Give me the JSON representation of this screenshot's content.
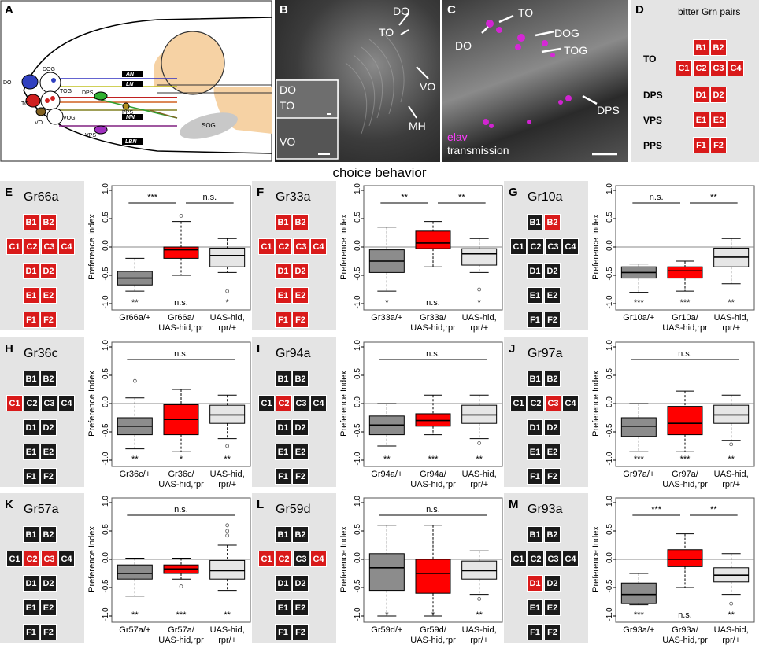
{
  "section_title": "choice behavior",
  "colors": {
    "red": "#e8001c",
    "dark_grey": "#8c8c8c",
    "light_grey": "#e6e6e6",
    "cell_black": "#1a1a1a",
    "cell_red": "#d91a1a",
    "magenta": "#ff00ff"
  },
  "panel_a": {
    "letter": "A",
    "labels": {
      "do": "DO",
      "dog": "DOG",
      "to": "TO",
      "tog": "TOG",
      "vo": "VO",
      "vog": "VOG",
      "dps": "DPS",
      "vps": "VPS",
      "pps": "PPS",
      "sog": "SOG",
      "an": "AN",
      "ln": "LN",
      "mn": "MN",
      "lbn": "LBN"
    }
  },
  "panel_b": {
    "letter": "B",
    "labels": {
      "do": "DO",
      "to": "TO",
      "vo": "VO",
      "mh": "MH"
    },
    "inset": {
      "do": "DO",
      "to": "TO",
      "vo": "VO"
    }
  },
  "panel_c": {
    "letter": "C",
    "labels": {
      "to": "TO",
      "do": "DO",
      "dog": "DOG",
      "tog": "TOG",
      "dps": "DPS"
    },
    "legend": {
      "elav": "elav",
      "transmission": "transmission"
    }
  },
  "panel_d": {
    "letter": "D",
    "title": "bitter Grn pairs",
    "rows": [
      "TO",
      "DPS",
      "VPS",
      "PPS"
    ]
  },
  "grid_labels": {
    "B1": "B1",
    "B2": "B2",
    "C1": "C1",
    "C2": "C2",
    "C3": "C3",
    "C4": "C4",
    "D1": "D1",
    "D2": "D2",
    "E1": "E1",
    "E2": "E2",
    "F1": "F1",
    "F2": "F2"
  },
  "y_axis": {
    "label": "Preference Index",
    "ticks": [
      "1.0",
      "0.5",
      "0.0",
      "-0.5",
      "-1.0"
    ],
    "ylim": [
      -1.0,
      1.0
    ]
  },
  "panels": [
    {
      "letter": "E",
      "gene": "Gr66a",
      "red_cells": [
        "B1",
        "B2",
        "C1",
        "C2",
        "C3",
        "C4",
        "D1",
        "D2",
        "E1",
        "E2",
        "F1",
        "F2"
      ]
    },
    {
      "letter": "F",
      "gene": "Gr33a",
      "red_cells": [
        "B1",
        "B2",
        "C1",
        "C2",
        "C3",
        "C4",
        "D1",
        "D2",
        "E1",
        "E2",
        "F1",
        "F2"
      ]
    },
    {
      "letter": "G",
      "gene": "Gr10a",
      "red_cells": [
        "B2"
      ]
    },
    {
      "letter": "H",
      "gene": "Gr36c",
      "red_cells": [
        "C1"
      ]
    },
    {
      "letter": "I",
      "gene": "Gr94a",
      "red_cells": [
        "C2"
      ]
    },
    {
      "letter": "J",
      "gene": "Gr97a",
      "red_cells": [
        "C3"
      ]
    },
    {
      "letter": "K",
      "gene": "Gr57a",
      "red_cells": [
        "C2",
        "C3"
      ]
    },
    {
      "letter": "L",
      "gene": "Gr59d",
      "red_cells": [
        "C1",
        "C2",
        "C4"
      ]
    },
    {
      "letter": "M",
      "gene": "Gr93a",
      "red_cells": [
        "D1"
      ]
    }
  ],
  "chart_data": [
    {
      "type": "box",
      "panel": "E",
      "ylabel": "Preference Index",
      "ylim": [
        -1,
        1
      ],
      "categories": [
        "Gr66a/+",
        "Gr66a/\nUAS-hid,rpr",
        "UAS-hid,\nrpr/+"
      ],
      "boxes": [
        {
          "name": "Gr66a/+",
          "color": "dark",
          "min": -0.78,
          "q1": -0.67,
          "median": -0.55,
          "q3": -0.43,
          "max": -0.2,
          "outliers": []
        },
        {
          "name": "Gr66a/UAS-hid,rpr",
          "color": "red",
          "min": -0.5,
          "q1": -0.2,
          "median": -0.05,
          "q3": 0.0,
          "max": 0.45,
          "outliers": [
            0.55
          ]
        },
        {
          "name": "UAS-hid,rpr/+",
          "color": "light",
          "min": -0.45,
          "q1": -0.35,
          "median": -0.15,
          "q3": -0.02,
          "max": 0.15,
          "outliers": [
            -0.78
          ]
        }
      ],
      "bottom_sig": [
        "**",
        "n.s.",
        "*"
      ],
      "brackets": [
        {
          "from": 0,
          "to": 1,
          "label": "***"
        },
        {
          "from": 1,
          "to": 2,
          "label": "n.s."
        }
      ]
    },
    {
      "type": "box",
      "panel": "F",
      "ylabel": "Preference Index",
      "ylim": [
        -1,
        1
      ],
      "categories": [
        "Gr33a/+",
        "Gr33a/\nUAS-hid,rpr",
        "UAS-hid,\nrpr/+"
      ],
      "boxes": [
        {
          "name": "Gr33a/+",
          "color": "dark",
          "min": -0.78,
          "q1": -0.45,
          "median": -0.25,
          "q3": -0.05,
          "max": 0.35,
          "outliers": []
        },
        {
          "name": "Gr33a/UAS-hid,rpr",
          "color": "red",
          "min": -0.35,
          "q1": -0.03,
          "median": 0.07,
          "q3": 0.28,
          "max": 0.45,
          "outliers": []
        },
        {
          "name": "UAS-hid,rpr/+",
          "color": "light",
          "min": -0.45,
          "q1": -0.32,
          "median": -0.12,
          "q3": -0.03,
          "max": 0.15,
          "outliers": [
            -0.75
          ]
        }
      ],
      "bottom_sig": [
        "*",
        "n.s.",
        "*"
      ],
      "brackets": [
        {
          "from": 0,
          "to": 1,
          "label": "**"
        },
        {
          "from": 1,
          "to": 2,
          "label": "**"
        }
      ]
    },
    {
      "type": "box",
      "panel": "G",
      "ylabel": "Preference Index",
      "ylim": [
        -1,
        1
      ],
      "categories": [
        "Gr10a/+",
        "Gr10a/\nUAS-hid,rpr",
        "UAS-hid,\nrpr/+"
      ],
      "boxes": [
        {
          "name": "Gr10a/+",
          "color": "dark",
          "min": -0.8,
          "q1": -0.55,
          "median": -0.45,
          "q3": -0.35,
          "max": -0.3,
          "outliers": []
        },
        {
          "name": "Gr10a/UAS-hid,rpr",
          "color": "red",
          "min": -0.78,
          "q1": -0.55,
          "median": -0.42,
          "q3": -0.35,
          "max": -0.25,
          "outliers": []
        },
        {
          "name": "UAS-hid,rpr/+",
          "color": "light",
          "min": -0.65,
          "q1": -0.35,
          "median": -0.18,
          "q3": -0.02,
          "max": 0.15,
          "outliers": []
        }
      ],
      "bottom_sig": [
        "***",
        "***",
        "**"
      ],
      "brackets": [
        {
          "from": 0,
          "to": 1,
          "label": "n.s."
        },
        {
          "from": 1,
          "to": 2,
          "label": "**"
        }
      ]
    },
    {
      "type": "box",
      "panel": "H",
      "ylabel": "Preference Index",
      "ylim": [
        -1,
        1
      ],
      "categories": [
        "Gr36c/+",
        "Gr36c/\nUAS-hid,rpr",
        "UAS-hid,\nrpr/+"
      ],
      "boxes": [
        {
          "name": "Gr36c/+",
          "color": "dark",
          "min": -0.8,
          "q1": -0.55,
          "median": -0.4,
          "q3": -0.25,
          "max": 0.1,
          "outliers": [
            0.4
          ]
        },
        {
          "name": "Gr36c/UAS-hid,rpr",
          "color": "red",
          "min": -0.85,
          "q1": -0.55,
          "median": -0.28,
          "q3": -0.02,
          "max": 0.25,
          "outliers": []
        },
        {
          "name": "UAS-hid,rpr/+",
          "color": "light",
          "min": -0.62,
          "q1": -0.35,
          "median": -0.2,
          "q3": -0.03,
          "max": 0.15,
          "outliers": [
            -0.75
          ]
        }
      ],
      "bottom_sig": [
        "**",
        "*",
        "**"
      ],
      "brackets": [
        {
          "from": 0,
          "to": 2,
          "label": "n.s."
        }
      ]
    },
    {
      "type": "box",
      "panel": "I",
      "ylabel": "Preference Index",
      "ylim": [
        -1,
        1
      ],
      "categories": [
        "Gr94a/+",
        "Gr94a/\nUAS-hid,rpr",
        "UAS-hid,\nrpr/+"
      ],
      "boxes": [
        {
          "name": "Gr94a/+",
          "color": "dark",
          "min": -0.75,
          "q1": -0.55,
          "median": -0.38,
          "q3": -0.22,
          "max": 0.0,
          "outliers": []
        },
        {
          "name": "Gr94a/UAS-hid,rpr",
          "color": "red",
          "min": -0.55,
          "q1": -0.4,
          "median": -0.3,
          "q3": -0.18,
          "max": 0.15,
          "outliers": []
        },
        {
          "name": "UAS-hid,rpr/+",
          "color": "light",
          "min": -0.62,
          "q1": -0.35,
          "median": -0.2,
          "q3": -0.03,
          "max": 0.15,
          "outliers": [
            -0.7
          ]
        }
      ],
      "bottom_sig": [
        "**",
        "***",
        "**"
      ],
      "brackets": [
        {
          "from": 0,
          "to": 2,
          "label": "n.s."
        }
      ]
    },
    {
      "type": "box",
      "panel": "J",
      "ylabel": "Preference Index",
      "ylim": [
        -1,
        1
      ],
      "categories": [
        "Gr97a/+",
        "Gr97a/\nUAS-hid,rpr",
        "UAS-hid,\nrpr/+"
      ],
      "boxes": [
        {
          "name": "Gr97a/+",
          "color": "dark",
          "min": -0.85,
          "q1": -0.58,
          "median": -0.4,
          "q3": -0.25,
          "max": 0.0,
          "outliers": []
        },
        {
          "name": "Gr97a/UAS-hid,rpr",
          "color": "red",
          "min": -0.85,
          "q1": -0.55,
          "median": -0.35,
          "q3": -0.05,
          "max": 0.22,
          "outliers": []
        },
        {
          "name": "UAS-hid,rpr/+",
          "color": "light",
          "min": -0.65,
          "q1": -0.35,
          "median": -0.2,
          "q3": -0.03,
          "max": 0.15,
          "outliers": [
            -0.72
          ]
        }
      ],
      "bottom_sig": [
        "***",
        "***",
        "**"
      ],
      "brackets": [
        {
          "from": 0,
          "to": 2,
          "label": "n.s."
        }
      ]
    },
    {
      "type": "box",
      "panel": "K",
      "ylabel": "Preference Index",
      "ylim": [
        -1,
        1
      ],
      "categories": [
        "Gr57a/+",
        "Gr57a/\nUAS-hid,rpr",
        "UAS-hid,\nrpr/+"
      ],
      "boxes": [
        {
          "name": "Gr57a/+",
          "color": "dark",
          "min": -0.65,
          "q1": -0.35,
          "median": -0.25,
          "q3": -0.1,
          "max": 0.02,
          "outliers": []
        },
        {
          "name": "Gr57a/UAS-hid,rpr",
          "color": "red",
          "min": -0.35,
          "q1": -0.25,
          "median": -0.17,
          "q3": -0.1,
          "max": 0.02,
          "outliers": [
            -0.48
          ]
        },
        {
          "name": "UAS-hid,rpr/+",
          "color": "light",
          "min": -0.55,
          "q1": -0.35,
          "median": -0.2,
          "q3": -0.02,
          "max": 0.25,
          "outliers": [
            0.42,
            0.5,
            0.6
          ]
        }
      ],
      "bottom_sig": [
        "**",
        "***",
        "**"
      ],
      "brackets": [
        {
          "from": 0,
          "to": 2,
          "label": "n.s."
        }
      ]
    },
    {
      "type": "box",
      "panel": "L",
      "ylabel": "Preference Index",
      "ylim": [
        -1,
        1
      ],
      "categories": [
        "Gr59d/+",
        "Gr59d/\nUAS-hid,rpr",
        "UAS-hid,\nrpr/+"
      ],
      "boxes": [
        {
          "name": "Gr59d/+",
          "color": "dark",
          "min": -1.0,
          "q1": -0.55,
          "median": -0.15,
          "q3": 0.1,
          "max": 0.6,
          "outliers": []
        },
        {
          "name": "Gr59d/UAS-hid,rpr",
          "color": "red",
          "min": -1.0,
          "q1": -0.6,
          "median": -0.25,
          "q3": 0.0,
          "max": 0.6,
          "outliers": []
        },
        {
          "name": "UAS-hid,rpr/+",
          "color": "light",
          "min": -0.62,
          "q1": -0.35,
          "median": -0.2,
          "q3": -0.03,
          "max": 0.15,
          "outliers": [
            -0.7
          ]
        }
      ],
      "bottom_sig": [
        "*",
        "*",
        "**"
      ],
      "brackets": [
        {
          "from": 0,
          "to": 2,
          "label": "n.s."
        }
      ]
    },
    {
      "type": "box",
      "panel": "M",
      "ylabel": "Preference Index",
      "ylim": [
        -1,
        1
      ],
      "categories": [
        "Gr93a/+",
        "Gr93a/\nUAS-hid,rpr",
        "UAS-hid,\nrpr/+"
      ],
      "boxes": [
        {
          "name": "Gr93a/+",
          "color": "dark",
          "min": -0.8,
          "q1": -0.78,
          "median": -0.62,
          "q3": -0.42,
          "max": -0.25,
          "outliers": []
        },
        {
          "name": "Gr93a/UAS-hid,rpr",
          "color": "red",
          "min": -0.5,
          "q1": -0.13,
          "median": 0.0,
          "q3": 0.17,
          "max": 0.45,
          "outliers": []
        },
        {
          "name": "UAS-hid,rpr/+",
          "color": "light",
          "min": -0.62,
          "q1": -0.4,
          "median": -0.28,
          "q3": -0.15,
          "max": 0.1,
          "outliers": [
            -0.78
          ]
        }
      ],
      "bottom_sig": [
        "***",
        "n.s.",
        "**"
      ],
      "brackets": [
        {
          "from": 0,
          "to": 1,
          "label": "***"
        },
        {
          "from": 1,
          "to": 2,
          "label": "**"
        }
      ]
    }
  ]
}
